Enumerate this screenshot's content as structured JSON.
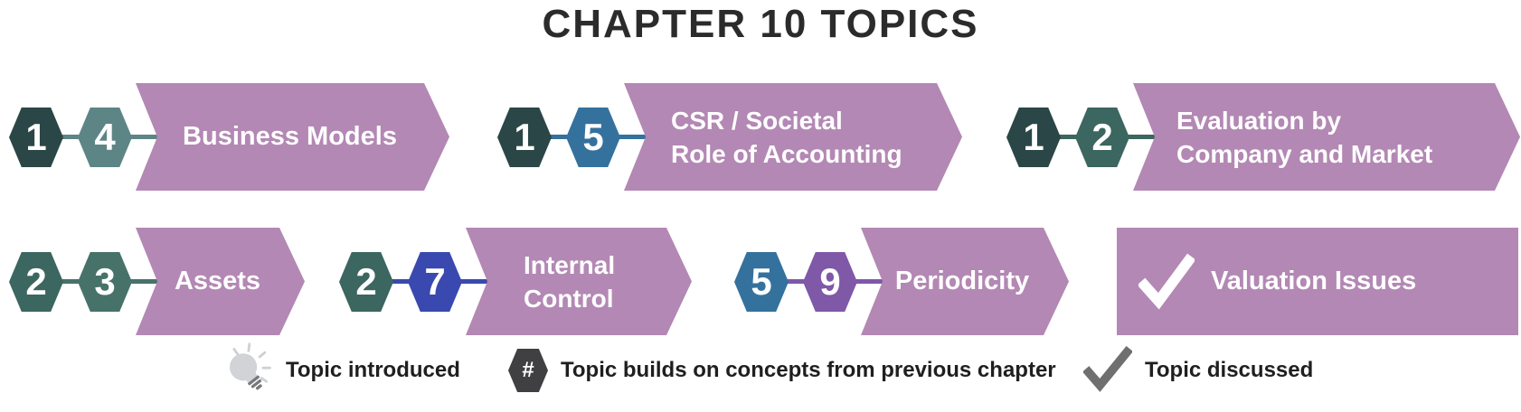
{
  "title": "CHAPTER 10 TOPICS",
  "banner_color": "#b388b4",
  "text_color": "#ffffff",
  "title_color": "#2b2b2b",
  "topics": [
    {
      "badges": [
        {
          "num": "1",
          "color": "#2b4646"
        },
        {
          "num": "4",
          "color": "#5d8585"
        }
      ],
      "connector": "#5d8585",
      "lines": [
        "Business Models"
      ]
    },
    {
      "badges": [
        {
          "num": "1",
          "color": "#2b4646"
        },
        {
          "num": "5",
          "color": "#35719d"
        }
      ],
      "connector": "#35719d",
      "lines": [
        "CSR / Societal",
        "Role of Accounting"
      ]
    },
    {
      "badges": [
        {
          "num": "1",
          "color": "#2b4646"
        },
        {
          "num": "2",
          "color": "#3c6660"
        }
      ],
      "connector": "#3c6660",
      "lines": [
        "Evaluation by",
        "Company and Market"
      ]
    },
    {
      "badges": [
        {
          "num": "2",
          "color": "#3c6660"
        },
        {
          "num": "3",
          "color": "#47726a"
        }
      ],
      "connector": "#47726a",
      "lines": [
        "Assets"
      ]
    },
    {
      "badges": [
        {
          "num": "2",
          "color": "#3c6660"
        },
        {
          "num": "7",
          "color": "#3a49af"
        }
      ],
      "connector": "#3a49af",
      "lines": [
        "Internal",
        "Control"
      ]
    },
    {
      "badges": [
        {
          "num": "5",
          "color": "#35719d"
        },
        {
          "num": "9",
          "color": "#7f58a8"
        }
      ],
      "connector": "#7f58a8",
      "lines": [
        "Periodicity"
      ]
    },
    {
      "check": true,
      "lines": [
        "Valuation Issues"
      ]
    }
  ],
  "legend": [
    {
      "icon": "lightbulb-icon",
      "label": "Topic introduced"
    },
    {
      "icon": "hexagon-hash-icon",
      "hash": "#",
      "label": "Topic builds on concepts from previous chapter"
    },
    {
      "icon": "checkmark-icon",
      "label": "Topic discussed"
    }
  ]
}
